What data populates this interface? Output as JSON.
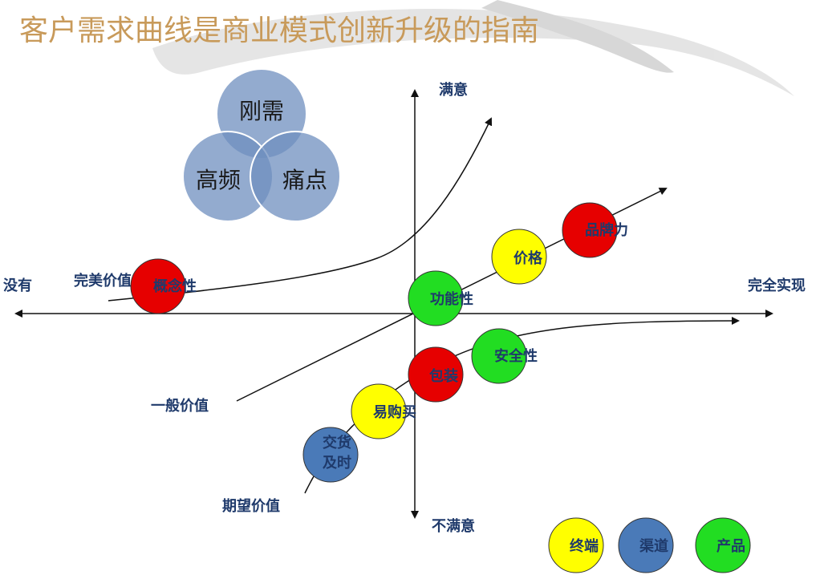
{
  "title": "客户需求曲线是商业模式创新升级的指南",
  "axes": {
    "top": "满意",
    "bottom": "不满意",
    "left": "没有",
    "right": "完全实现"
  },
  "curves": {
    "perfect": "完美价值",
    "general": "一般价值",
    "expected": "期望价值"
  },
  "venn": {
    "top": "刚需",
    "left": "高频",
    "right": "痛点"
  },
  "nodes": {
    "concept": {
      "label": "概念性",
      "color": "#e60000"
    },
    "function": {
      "label": "功能性",
      "color": "#22dd22"
    },
    "price": {
      "label": "价格",
      "color": "#ffff00"
    },
    "brand": {
      "label": "品牌力",
      "color": "#e60000"
    },
    "safety": {
      "label": "安全性",
      "color": "#22dd22"
    },
    "package": {
      "label": "包装",
      "color": "#e60000"
    },
    "easy_buy": {
      "label": "易购买",
      "color": "#ffff00"
    },
    "delivery": {
      "line1": "交货",
      "line2": "及时",
      "color": "#4a7ab8"
    }
  },
  "legend": {
    "terminal": {
      "label": "终端",
      "color": "#ffff00"
    },
    "channel": {
      "label": "渠道",
      "color": "#4a7ab8"
    },
    "product": {
      "label": "产品",
      "color": "#22dd22"
    }
  }
}
